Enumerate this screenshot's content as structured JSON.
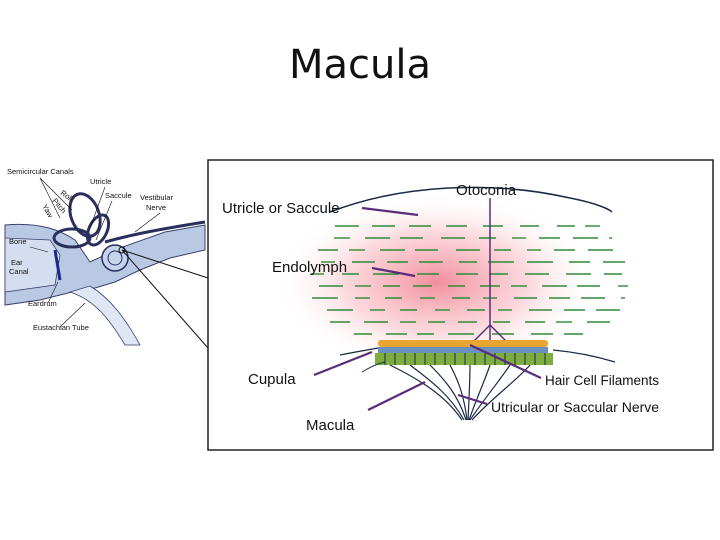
{
  "slide": {
    "title": "Macula"
  },
  "ear_inset": {
    "labels": {
      "semicircular_canals": "Semicircular Canals",
      "roll": "Roll",
      "pitch": "Pitch",
      "yaw": "Yaw",
      "utricle": "Utricle",
      "saccule": "Saccule",
      "vestibular_nerve": "Vestibular\nNerve",
      "vestibular_nerve_1": "Vestibular",
      "vestibular_nerve_2": "Nerve",
      "bone": "Bone",
      "ear_canal_1": "Ear",
      "ear_canal_2": "Canal",
      "eardrum": "Eardrum",
      "eustachian_tube": "Eustachian Tube"
    }
  },
  "macula_diagram": {
    "labels": {
      "otoconia": "Otoconia",
      "utricle_or_saccule": "Utricle or Saccule",
      "endolymph": "Endolymph",
      "cupula": "Cupula",
      "hair_cell_filaments": "Hair Cell Filaments",
      "utricular_nerve": "Utricular or Saccular Nerve",
      "macula": "Macula"
    },
    "colors": {
      "pointer": "#5a2d7a",
      "endolymph_glow": "#f07a8a",
      "otoconia_lines": "#2e8b3a",
      "cupula_band": "#e8a530",
      "membrane_band": "#6a8fc0"
    }
  }
}
